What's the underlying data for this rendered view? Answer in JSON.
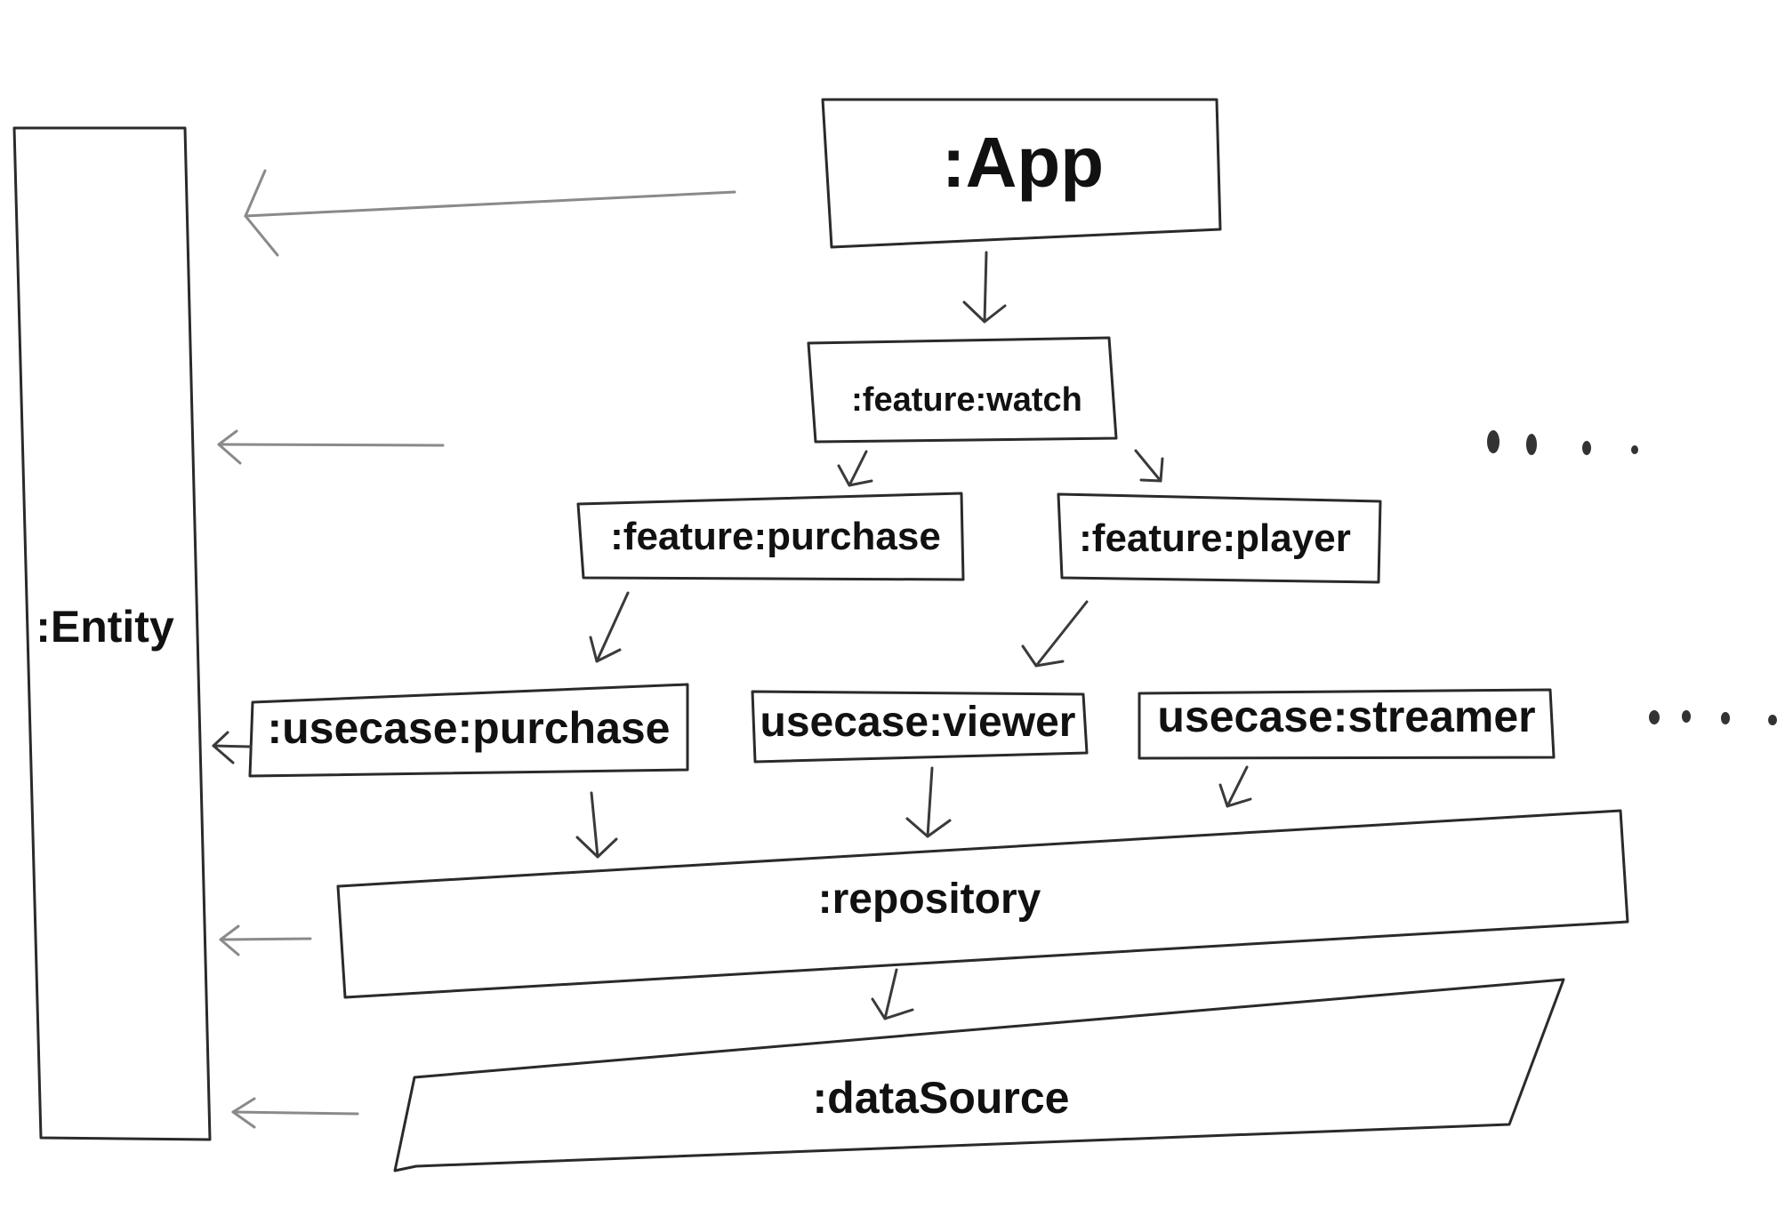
{
  "nodes": {
    "entity": ":Entity",
    "app": ":App",
    "feature_watch": ":feature:watch",
    "feature_purchase": ":feature:purchase",
    "feature_player": ":feature:player",
    "usecase_purchase": ":usecase:purchase",
    "usecase_viewer": "usecase:viewer",
    "usecase_streamer": "usecase:streamer",
    "repository": ":repository",
    "datasource": ":dataSource"
  },
  "colors": {
    "ink": "#2a2a2a",
    "arrow": "#3a3a3a",
    "light_arrow": "#8a8a8a",
    "background": "#ffffff"
  }
}
